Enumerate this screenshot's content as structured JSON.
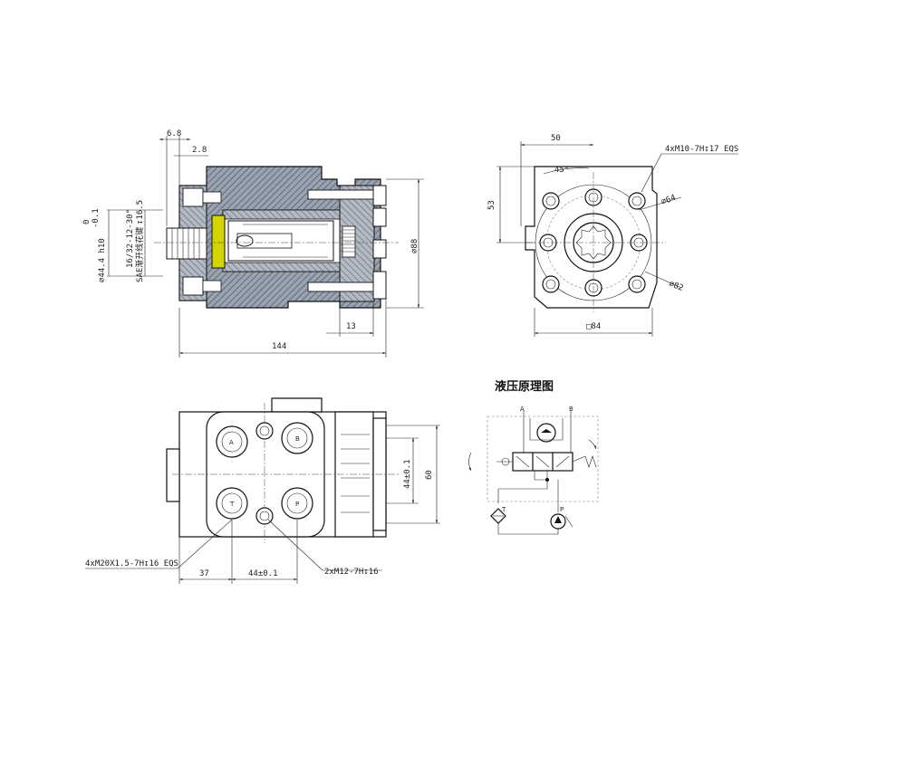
{
  "section_view": {
    "dim_top_6_8": "6.8",
    "dim_top_2_8": "2.8",
    "dim_shaft": "⌀44.4 h10",
    "dim_shaft_tol_upper": "0",
    "dim_shaft_tol_lower": "-0.1",
    "spline_spec": "16/32-12-30°",
    "spline_note": "SAE渐开线花键",
    "spline_depth": "↧16.5",
    "dim_dia_88": "⌀88",
    "dim_13": "13",
    "dim_144": "144"
  },
  "end_view": {
    "dim_50": "50",
    "dim_53": "53",
    "angle_45": "45°",
    "thread_note": "4xM10-7H↧17 EQS",
    "dim_dia_64": "⌀64",
    "dim_dia_82": "⌀82",
    "dim_sq_84": "□84"
  },
  "bottom_view": {
    "port_A": "A",
    "port_B": "B",
    "port_T": "T",
    "port_P": "P",
    "thread_ports": "4xM20X1.5-7H↧16 EQS",
    "dim_37": "37",
    "dim_44_h": "44±0.1",
    "thread_small": "2xM12-7H↧16",
    "dim_44_v": "44±0.1",
    "dim_60": "60"
  },
  "schematic": {
    "title": "液压原理图",
    "label_A": "A",
    "label_B": "B",
    "label_T": "T",
    "label_P": "P"
  },
  "colors": {
    "hatch": "#7a8494",
    "hatch_dark": "#4a5362",
    "insert_yellow": "#d4d400",
    "line": "#111111"
  }
}
